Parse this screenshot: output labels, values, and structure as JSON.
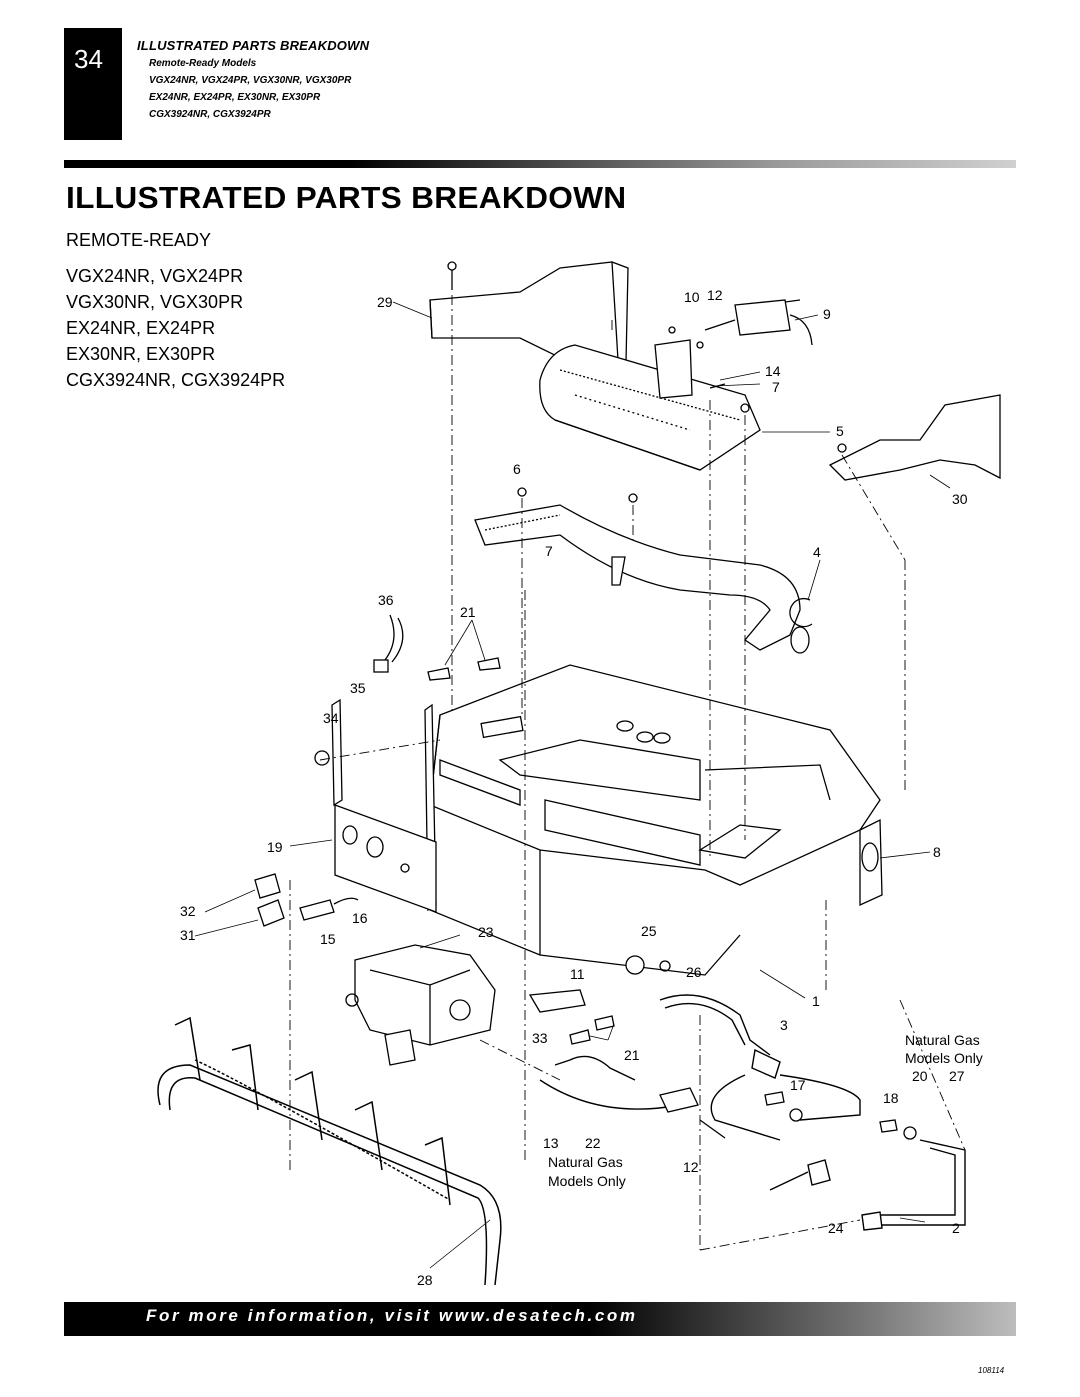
{
  "header": {
    "page_number": "34",
    "section_title": "ILLUSTRATED PARTS BREAKDOWN",
    "lines": [
      "Remote-Ready Models",
      "VGX24NR, VGX24PR, VGX30NR, VGX30PR",
      "EX24NR, EX24PR, EX30NR, EX30PR",
      "CGX3924NR, CGX3924PR"
    ]
  },
  "main_title": "ILLUSTRATED PARTS BREAKDOWN",
  "subtitle": "REMOTE-READY",
  "models": [
    "VGX24NR, VGX24PR",
    "VGX30NR, VGX30PR",
    "EX24NR, EX24PR",
    "EX30NR, EX30PR",
    "CGX3924NR, CGX3924PR"
  ],
  "callouts": [
    "29",
    "10",
    "12",
    "9",
    "14",
    "7",
    "5",
    "30",
    "6",
    "7",
    "4",
    "36",
    "21",
    "35",
    "34",
    "8",
    "19",
    "32",
    "16",
    "31",
    "15",
    "23",
    "25",
    "11",
    "26",
    "1",
    "3",
    "33",
    "21",
    "17",
    "18",
    "13",
    "22",
    "12",
    "24",
    "2",
    "28",
    "20",
    "27"
  ],
  "notes": {
    "natural_gas_right_1": "Natural Gas",
    "natural_gas_right_2": "Models Only",
    "natural_gas_left_1": "Natural Gas",
    "natural_gas_left_2": "Models Only"
  },
  "footer": {
    "text": "For more information, visit www.desatech.com",
    "figure_number": "108114"
  }
}
